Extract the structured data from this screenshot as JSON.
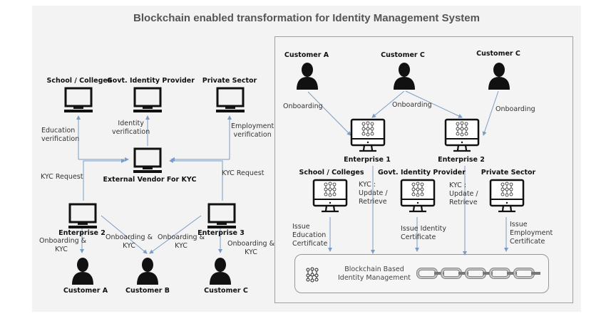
{
  "title": "Blockchain enabled transformation for Identity Management System",
  "left": {
    "verifiers": [
      {
        "name": "School / Colleges",
        "edge_label": "Education\nverification"
      },
      {
        "name": "Govt. Identity Provider",
        "edge_label": "Identity\nverification"
      },
      {
        "name": "Private Sector",
        "edge_label": "Employment\nverification"
      }
    ],
    "vendor": "External Vendor For KYC",
    "kyc_request_left": "KYC Request",
    "kyc_request_right": "KYC Request",
    "enterprises": [
      "Enterprise 2",
      "Enterprise 3"
    ],
    "onboarding_label": "Onboarding &\nKYC",
    "customers": [
      "Customer A",
      "Customer B",
      "Customer C"
    ]
  },
  "right": {
    "customers": [
      "Customer A",
      "Customer C",
      "Customer C"
    ],
    "onboarding_label": "Onboarding",
    "enterprises": [
      "Enterprise 1",
      "Enterprise 2"
    ],
    "issuers": [
      {
        "name": "School / Colleges",
        "edge_label": "Issue\nEducation\nCertificate"
      },
      {
        "name": "Govt. Identity Provider",
        "edge_label": "Issue Identity\nCertificate"
      },
      {
        "name": "Private Sector",
        "edge_label": "Issue\nEmployment\nCertificate"
      }
    ],
    "kyc_label": "KYC :\nUpdate /\nRetrieve",
    "blockchain_label": "Blockchain Based\nIdentity Management"
  },
  "colors": {
    "arrow": "#7a9cc6",
    "icon": "#111111",
    "panel": "#f3f3f3",
    "title": "#555555"
  }
}
